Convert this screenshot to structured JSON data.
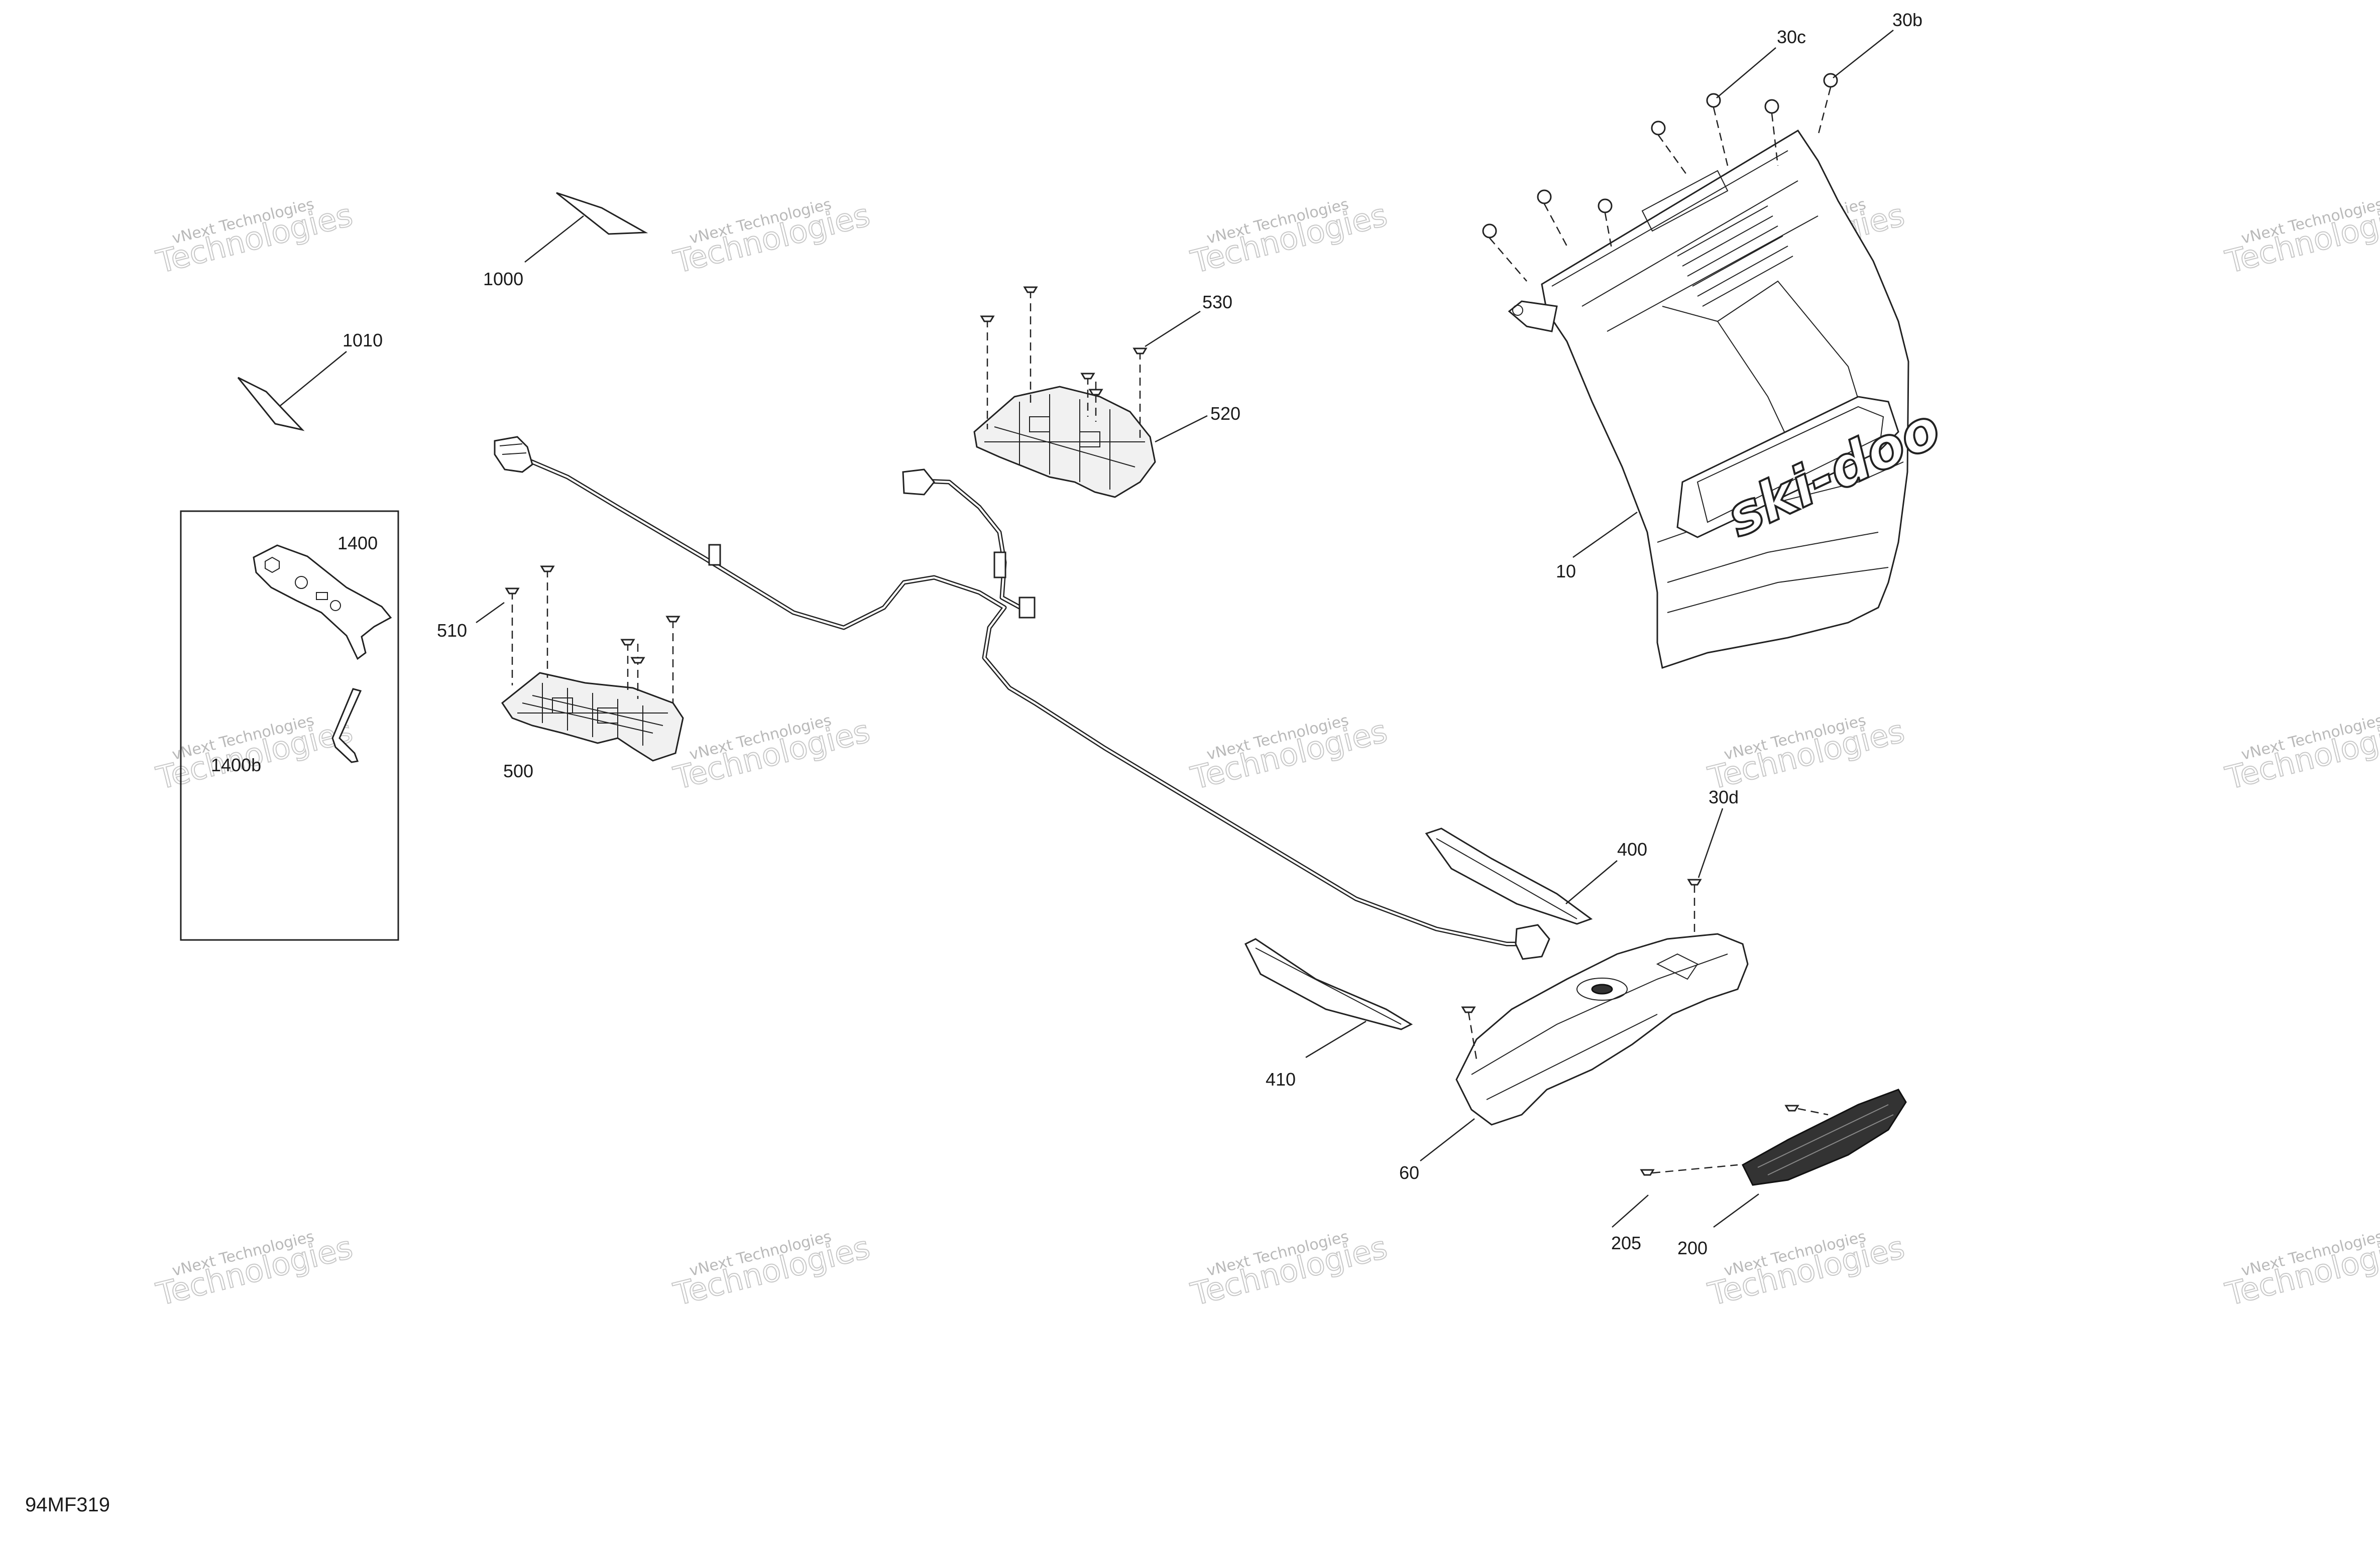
{
  "diagram": {
    "code": "94MF319",
    "watermark": {
      "line1": "vNext Technologies",
      "line2": "Technologies"
    },
    "callouts": [
      {
        "id": "1000",
        "text": "1000"
      },
      {
        "id": "1010",
        "text": "1010"
      },
      {
        "id": "1400",
        "text": "1400"
      },
      {
        "id": "1400b",
        "text": "1400b"
      },
      {
        "id": "510",
        "text": "510"
      },
      {
        "id": "500",
        "text": "500"
      },
      {
        "id": "530",
        "text": "530"
      },
      {
        "id": "520",
        "text": "520"
      },
      {
        "id": "10",
        "text": "10"
      },
      {
        "id": "30b",
        "text": "30b"
      },
      {
        "id": "30c",
        "text": "30c"
      },
      {
        "id": "30d",
        "text": "30d"
      },
      {
        "id": "400",
        "text": "400"
      },
      {
        "id": "410",
        "text": "410"
      },
      {
        "id": "60",
        "text": "60"
      },
      {
        "id": "205",
        "text": "205"
      },
      {
        "id": "200",
        "text": "200"
      }
    ],
    "brand_text": "ski-doo"
  }
}
